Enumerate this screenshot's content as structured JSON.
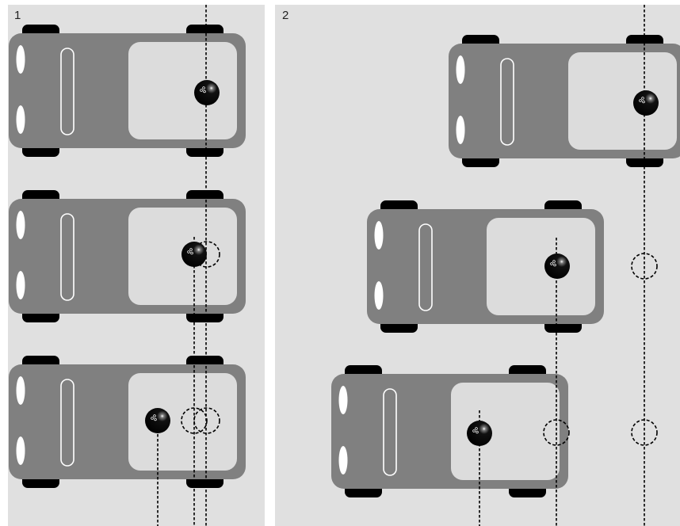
{
  "panels": [
    {
      "label": "1",
      "scenes": 3
    },
    {
      "label": "2",
      "scenes": 3
    }
  ],
  "colors": {
    "panel_background": "#e0e0e0",
    "car_body": "#808080",
    "car_interior": "#dcdcdc",
    "wheel": "#000000",
    "headlight": "#ffffff",
    "ball": "#000000",
    "guide_line": "#000000"
  },
  "icons": {
    "car": "car-top-view-icon",
    "ball": "ball-icon",
    "ghost_ball": "dashed-circle-icon"
  }
}
